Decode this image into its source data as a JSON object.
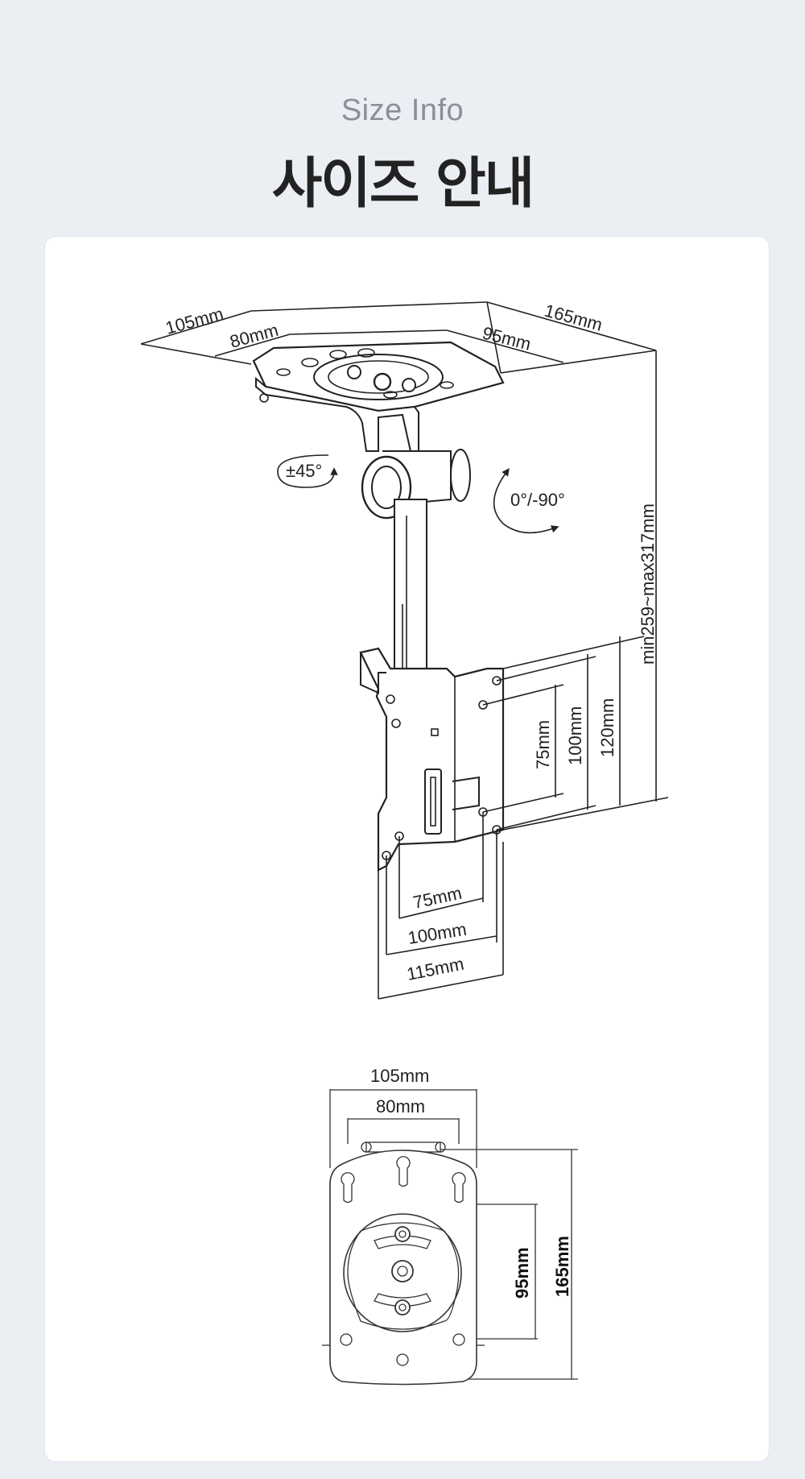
{
  "header": {
    "subtitle": "Size Info",
    "title": "사이즈 안내"
  },
  "diagram": {
    "side_view": {
      "top_depth": "105mm",
      "top_inner_width": "80mm",
      "top_hole_spacing": "95mm",
      "top_length": "165mm",
      "swivel": "±45°",
      "tilt": "0°/-90°",
      "height_range": "min259~max317mm",
      "vesa_v1": "75mm",
      "vesa_v2": "100mm",
      "plate_height": "120mm",
      "vesa_h1": "75mm",
      "vesa_h2": "100mm",
      "plate_width": "115mm"
    },
    "top_view": {
      "width_outer": "105mm",
      "width_inner": "80mm",
      "hole_spacing": "95mm",
      "length": "165mm"
    }
  }
}
